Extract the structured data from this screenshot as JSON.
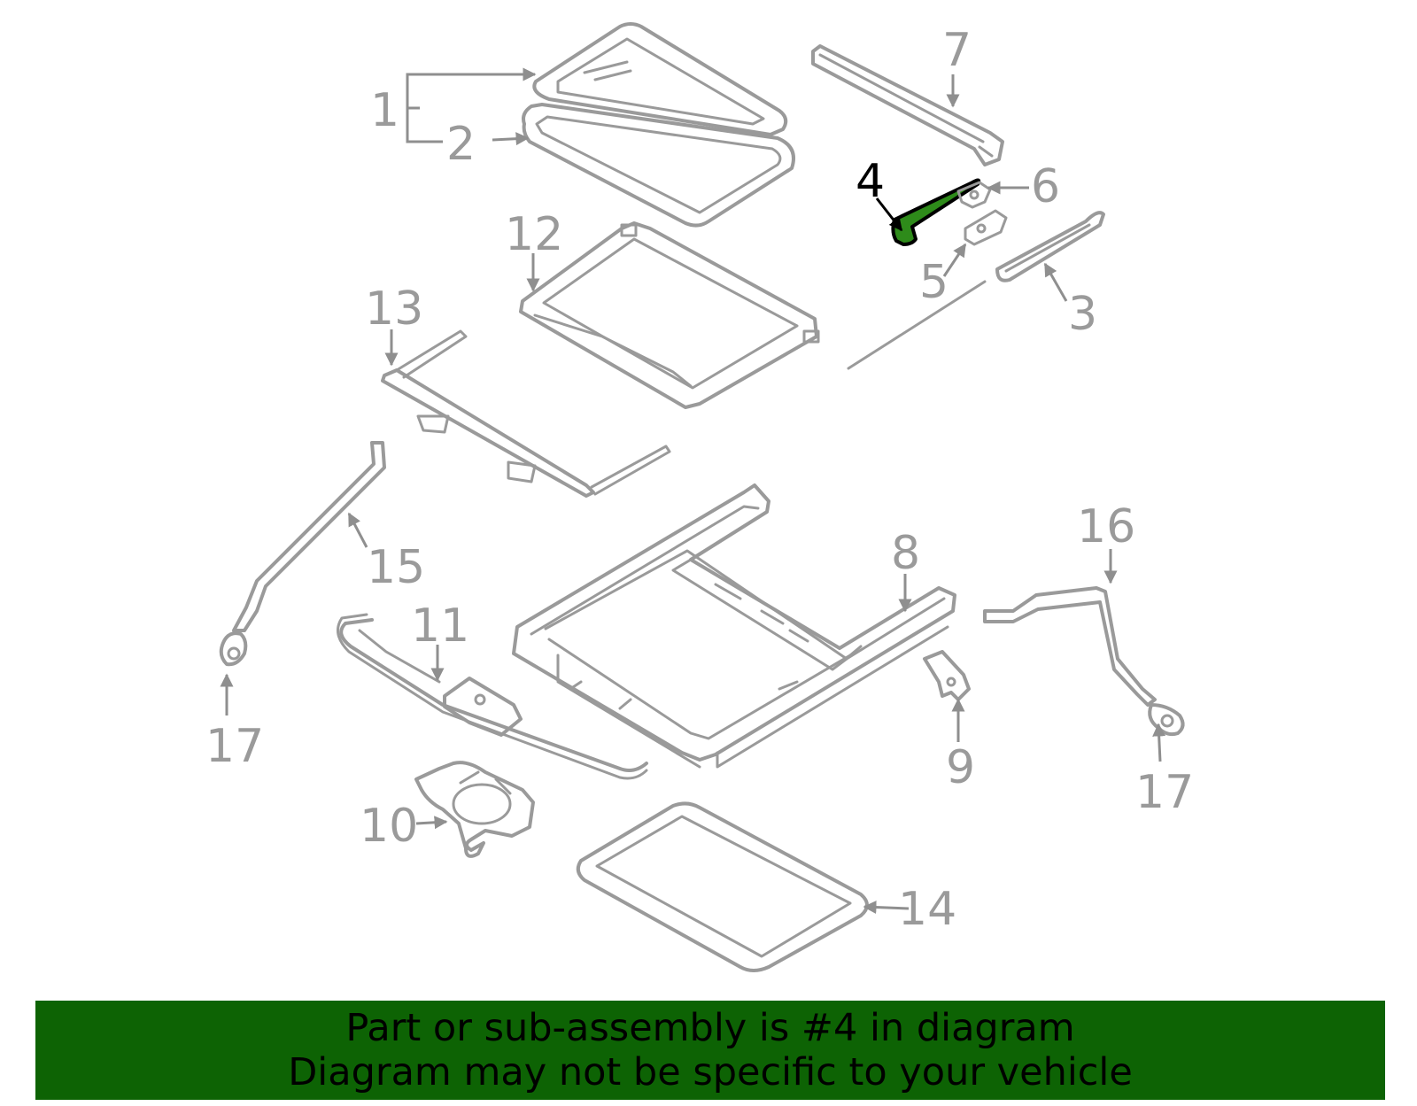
{
  "diagram": {
    "highlight_color": "#2e8b1a",
    "line_color": "#9a9a9a",
    "callouts": [
      {
        "id": "1",
        "text": "1"
      },
      {
        "id": "2",
        "text": "2"
      },
      {
        "id": "3",
        "text": "3"
      },
      {
        "id": "4",
        "text": "4",
        "highlighted": true
      },
      {
        "id": "5",
        "text": "5"
      },
      {
        "id": "6",
        "text": "6"
      },
      {
        "id": "7",
        "text": "7"
      },
      {
        "id": "8",
        "text": "8"
      },
      {
        "id": "9",
        "text": "9"
      },
      {
        "id": "10",
        "text": "10"
      },
      {
        "id": "11",
        "text": "11"
      },
      {
        "id": "12",
        "text": "12"
      },
      {
        "id": "13",
        "text": "13"
      },
      {
        "id": "14",
        "text": "14"
      },
      {
        "id": "15",
        "text": "15"
      },
      {
        "id": "16",
        "text": "16"
      },
      {
        "id": "17a",
        "text": "17"
      },
      {
        "id": "17b",
        "text": "17"
      }
    ]
  },
  "banner": {
    "line1": "Part or sub-assembly is #4 in diagram",
    "line2": "Diagram may not be specific to your vehicle",
    "background": "#0d6304"
  }
}
